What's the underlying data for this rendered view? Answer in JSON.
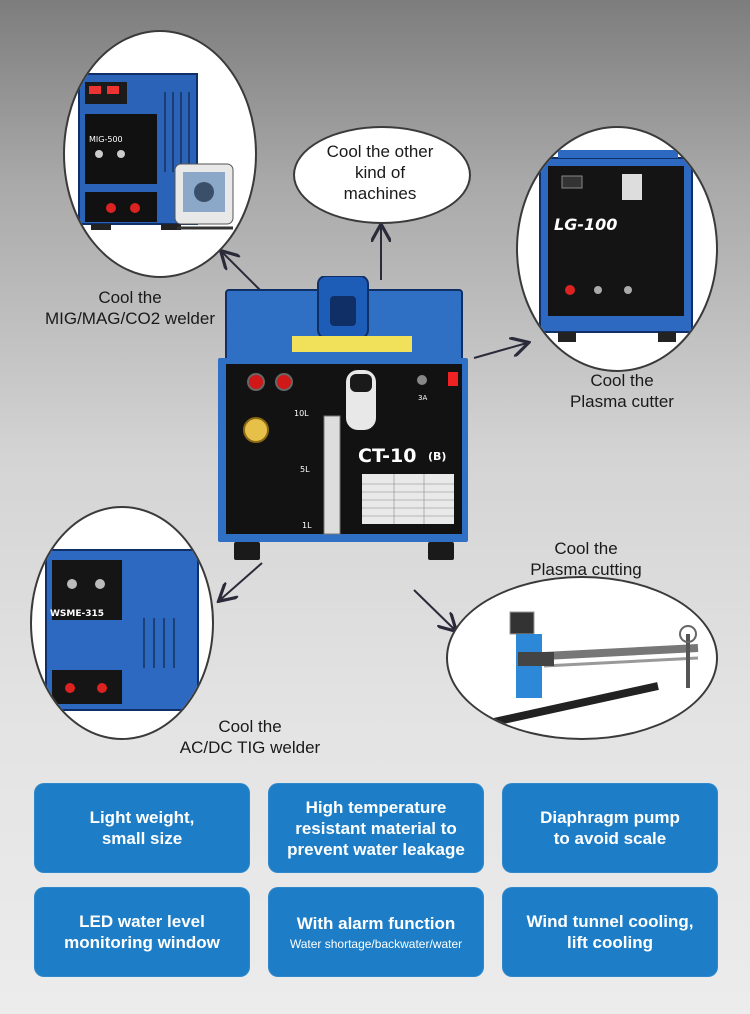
{
  "captions": {
    "mig": [
      "Cool the",
      "MIG/MAG/CO2 welder"
    ],
    "other": [
      "Cool the other",
      "kind of",
      "machines"
    ],
    "plasma_cutter": [
      "Cool the",
      "Plasma cutter"
    ],
    "tig": [
      "Cool the",
      "AC/DC TIG welder"
    ],
    "plasma_cutting": [
      "Cool the",
      "Plasma cutting"
    ]
  },
  "machine": {
    "model_main": "CT-10",
    "model_suffix": "(B)",
    "fuse": "3A",
    "gauge_marks": [
      "10L",
      "5L",
      "1L"
    ]
  },
  "welders": {
    "mig_label": "MIG-500",
    "plasma_label": "LG-100",
    "tig_label": "WSME-315"
  },
  "features": [
    {
      "title": "Light weight,\nsmall size",
      "sub": ""
    },
    {
      "title": "High temperature\nresistant material to\nprevent water leakage",
      "sub": ""
    },
    {
      "title": "Diaphragm pump\nto avoid scale",
      "sub": ""
    },
    {
      "title": "LED water level\nmonitoring window",
      "sub": ""
    },
    {
      "title": "With alarm function",
      "sub": "Water shortage/backwater/water"
    },
    {
      "title": "Wind tunnel cooling,\nlift cooling",
      "sub": ""
    }
  ],
  "colors": {
    "accent_blue": "#1d7ec7",
    "machine_blue": "#2f6fc4",
    "panel_black": "#121212"
  }
}
